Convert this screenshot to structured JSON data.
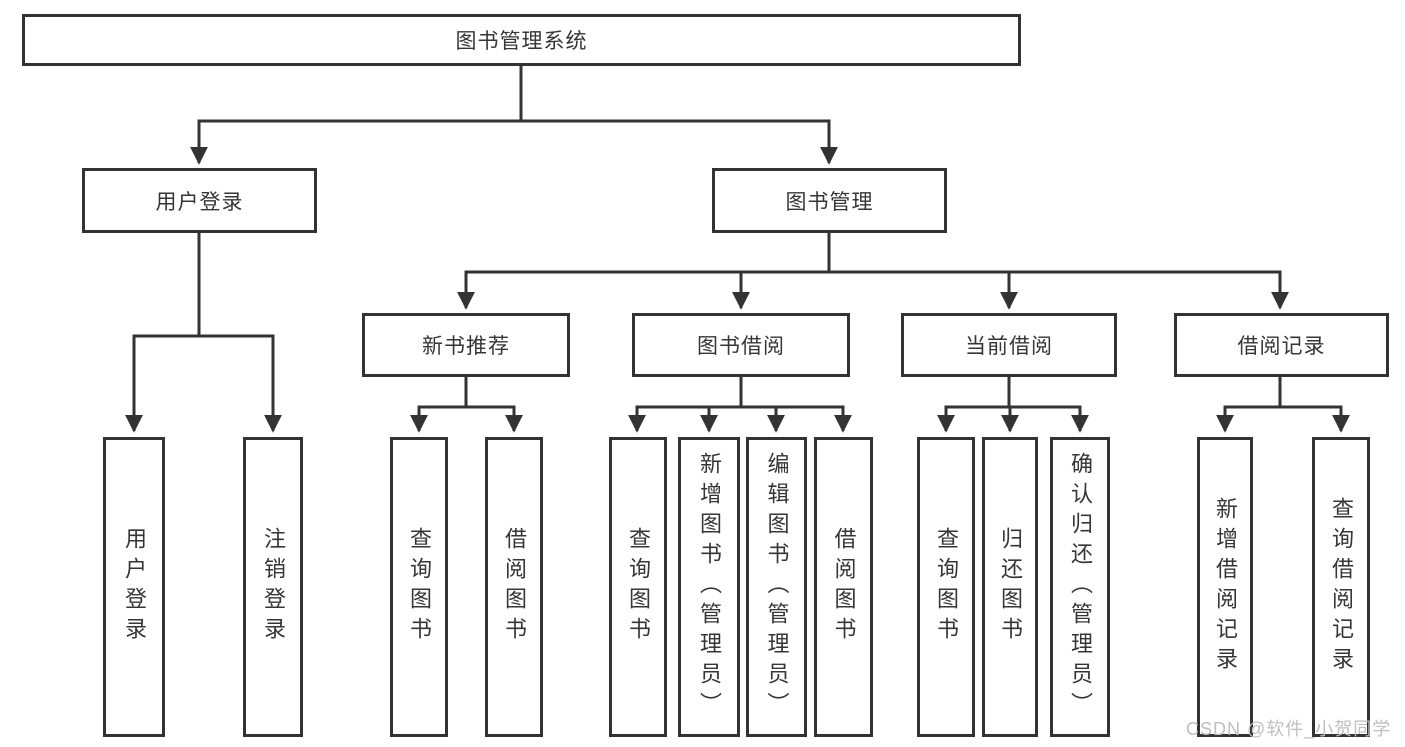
{
  "colors": {
    "line": "#333333",
    "text": "#363636",
    "watermark": "#bfbfbf",
    "background": "#ffffff"
  },
  "nodes": {
    "root": "图书管理系统",
    "level2": {
      "user_login": "用户登录",
      "book_mgmt": "图书管理"
    },
    "level3": {
      "new_book_rec": "新书推荐",
      "book_borrow": "图书借阅",
      "current_borrow": "当前借阅",
      "borrow_records": "借阅记录"
    },
    "leaves": {
      "user_login": "用户登录",
      "logout": "注销登录",
      "nbr_query_books": "查询图书",
      "nbr_borrow_books": "借阅图书",
      "bb_query_books": "查询图书",
      "bb_add_books": "新增图书（管理员）",
      "bb_edit_books": "编辑图书（管理员）",
      "bb_borrow_books": "借阅图书",
      "cb_query_books": "查询图书",
      "cb_return_books": "归还图书",
      "cb_confirm_return": "确认归还（管理员）",
      "br_add_record": "新增借阅记录",
      "br_query_record": "查询借阅记录"
    }
  },
  "watermark": "CSDN @软件_小贺同学"
}
